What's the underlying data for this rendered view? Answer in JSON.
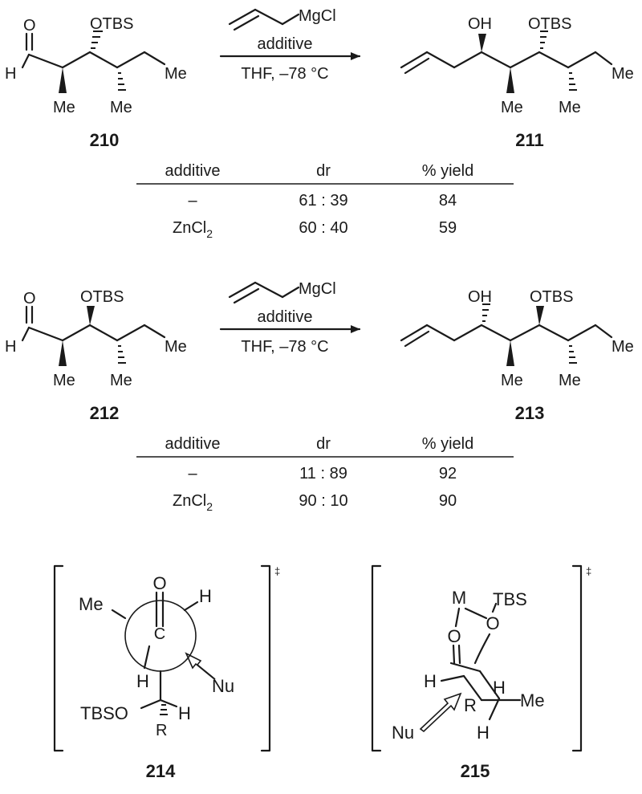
{
  "reactions": [
    {
      "substrate_label": "210",
      "product_label": "211",
      "reagent": "MgCl",
      "conditions": [
        "additive",
        "THF, –78 °C"
      ],
      "substrate_atoms": {
        "o": "O",
        "h": "H",
        "otbs": "OTBS",
        "me1": "Me",
        "me2": "Me",
        "me3": "Me"
      },
      "product_atoms": {
        "oh": "OH",
        "otbs": "OTBS",
        "me1": "Me",
        "me2": "Me",
        "me3": "Me"
      },
      "table": {
        "headers": [
          "additive",
          "dr",
          "% yield"
        ],
        "rows": [
          {
            "additive": "–",
            "sub": "",
            "dr": "61 : 39",
            "yield": "84"
          },
          {
            "additive": "ZnCl",
            "sub": "2",
            "dr": "60 : 40",
            "yield": "59"
          }
        ]
      }
    },
    {
      "substrate_label": "212",
      "product_label": "213",
      "reagent": "MgCl",
      "conditions": [
        "additive",
        "THF, –78 °C"
      ],
      "substrate_atoms": {
        "o": "O",
        "h": "H",
        "otbs": "OTBS",
        "me1": "Me",
        "me2": "Me",
        "me3": "Me"
      },
      "product_atoms": {
        "oh": "OH",
        "otbs": "OTBS",
        "me1": "Me",
        "me2": "Me",
        "me3": "Me"
      },
      "table": {
        "headers": [
          "additive",
          "dr",
          "% yield"
        ],
        "rows": [
          {
            "additive": "–",
            "sub": "",
            "dr": "11 : 89",
            "yield": "92"
          },
          {
            "additive": "ZnCl",
            "sub": "2",
            "dr": "90 : 10",
            "yield": "90"
          }
        ]
      }
    }
  ],
  "transition_states": [
    {
      "label": "214",
      "dagger": "‡",
      "atoms": {
        "o": "O",
        "c": "C",
        "me": "Me",
        "h1": "H",
        "h2": "H",
        "nu": "Nu",
        "tbso": "TBSO",
        "r": "R",
        "h3": "H"
      }
    },
    {
      "label": "215",
      "dagger": "‡",
      "atoms": {
        "m": "M",
        "tbs": "TBS",
        "o1": "O",
        "o2": "O",
        "h1": "H",
        "r": "R",
        "h2": "H",
        "me": "Me",
        "h3": "H",
        "nu": "Nu"
      }
    }
  ]
}
